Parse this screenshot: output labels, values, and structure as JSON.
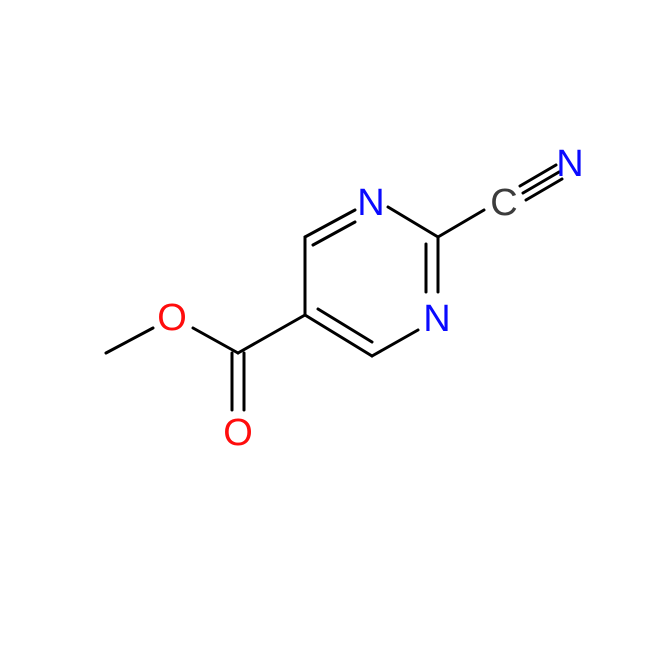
{
  "molecule": {
    "atoms": {
      "n_ring_top": {
        "label": "N",
        "color": "#0a0aff"
      },
      "n_ring_bottom": {
        "label": "N",
        "color": "#0a0aff"
      },
      "c_nitrile": {
        "label": "C",
        "color": "#3c3c3c"
      },
      "n_nitrile": {
        "label": "N",
        "color": "#0a0aff"
      },
      "o_ether": {
        "label": "O",
        "color": "#ff0d0d"
      },
      "o_carbonyl": {
        "label": "O",
        "color": "#ff0d0d"
      }
    },
    "bond_color": "#000000"
  }
}
